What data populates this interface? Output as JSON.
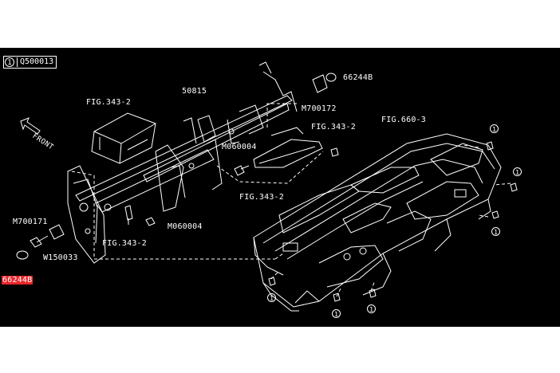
{
  "header": {
    "callout_symbol": "1",
    "reference_code": "Q500013"
  },
  "front_label": "FRONT",
  "part_labels": {
    "fig_343_2_top": "FIG.343-2",
    "p50815": "50815",
    "m700172": "M700172",
    "p66244b_top": "66244B",
    "fig_343_2_right": "FIG.343-2",
    "fig_660_3": "FIG.660-3",
    "m060004_top": "M060004",
    "fig_343_2_mid": "FIG.343-2",
    "m700171": "M700171",
    "m060004_low": "M060004",
    "fig_343_2_low": "FIG.343-2",
    "w150033": "W150033",
    "p66244b_highlight": "66244B"
  },
  "callout_number": "1",
  "diagram_id": "A660001648",
  "colors": {
    "background": "#000000",
    "line": "#ffffff",
    "highlight": "#e8262b",
    "page": "#ffffff"
  }
}
